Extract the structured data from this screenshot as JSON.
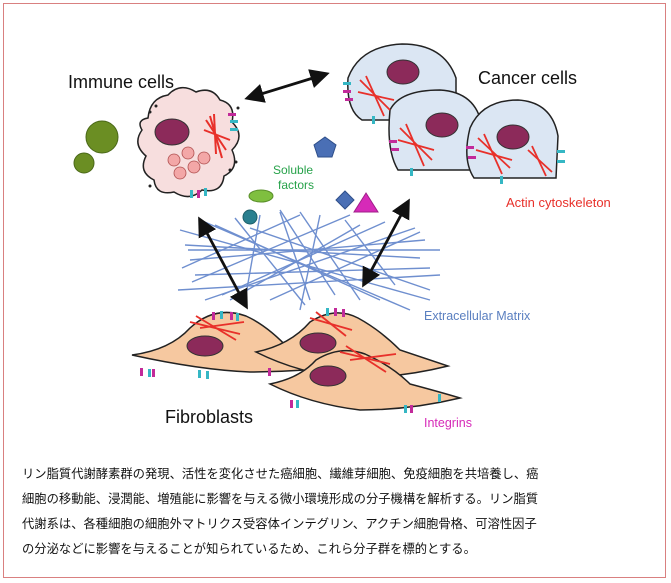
{
  "labels": {
    "immune_cells": "Immune cells",
    "cancer_cells": "Cancer cells",
    "soluble_factors_line1": "Soluble",
    "soluble_factors_line2": "factors",
    "actin_cytoskeleton": "Actin cytoskeleton",
    "extracellular_matrix": "Extracellular Matrix",
    "fibroblasts": "Fibroblasts",
    "integrins": "Integrins"
  },
  "caption_lines": [
    "リン脂質代謝酵素群の発現、活性を変化させた癌細胞、繊維芽細胞、免疫細胞を共培養し、癌",
    "細胞の移動能、浸潤能、増殖能に影響を与える微小環境形成の分子機構を解析する。リン脂質",
    "代謝系は、各種細胞の細胞外マトリクス受容体インテグリン、アクチン細胞骨格、可溶性因子",
    "の分泌などに影響を与えることが知られているため、これら分子群を標的とする。"
  ],
  "colors": {
    "frame_border": "#d98080",
    "immune_cell_fill": "#f7dede",
    "cancer_cell_fill": "#dbe6f3",
    "fibroblast_fill": "#f6c8a0",
    "nucleus": "#8c2a5a",
    "actin": "#e8302a",
    "ecm_fiber": "#6f8fcf",
    "soluble_label": "#27a24a",
    "actin_label": "#e8302a",
    "ecm_label": "#5a7fc0",
    "integrin_label": "#d62ab8",
    "integrin_cyan": "#35b7c4",
    "integrin_magenta": "#c22a9a"
  }
}
